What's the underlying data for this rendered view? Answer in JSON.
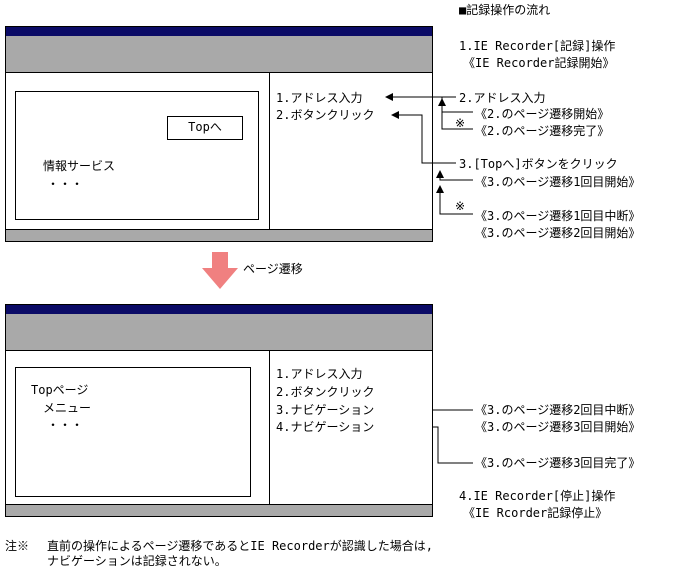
{
  "flow_title": "■記録操作の流れ",
  "steps": {
    "step1": "1.IE Recorder[記録]操作",
    "step1_sub": "《IE Recorder記録開始》",
    "step2": "2.アドレス入力",
    "step2_sub1": "《2.のページ遷移開始》",
    "step2_sub2": "《2.のページ遷移完了》",
    "step3": "3.[Topへ]ボタンをクリック",
    "step3_sub1": "《3.のページ遷移1回目開始》",
    "step3_sub2": "《3.のページ遷移1回目中断》",
    "step3_sub3": "《3.のページ遷移2回目開始》",
    "lower_sub1": "《3.のページ遷移2回目中断》",
    "lower_sub2": "《3.のページ遷移3回目開始》",
    "lower_sub3": "《3.のページ遷移3回目完了》",
    "step4": "4.IE Recorder[停止]操作",
    "step4_sub": "《IE Rcorder記録停止》"
  },
  "marks": {
    "asterisk1": "※",
    "asterisk2": "※"
  },
  "window_top": {
    "button_label": "Topへ",
    "content_line1": "情報サービス",
    "content_line2": "・・・",
    "recorded": [
      "1.アドレス入力",
      "2.ボタンクリック"
    ]
  },
  "transition_label": "ページ遷移",
  "window_bottom": {
    "content_line1": "Topページ",
    "content_line2": "メニュー",
    "content_line3": "・・・",
    "recorded": [
      "1.アドレス入力",
      "2.ボタンクリック",
      "3.ナビゲーション",
      "4.ナビゲーション"
    ]
  },
  "note": {
    "prefix": "注※",
    "line1": "直前の操作によるページ遷移であるとIE Recorderが認識した場合は,",
    "line2": "ナビゲーションは記録されない。"
  },
  "colors": {
    "titlebar": "#0b0b66",
    "toolbar": "#a9a9a9",
    "arrow": "#f08080"
  }
}
